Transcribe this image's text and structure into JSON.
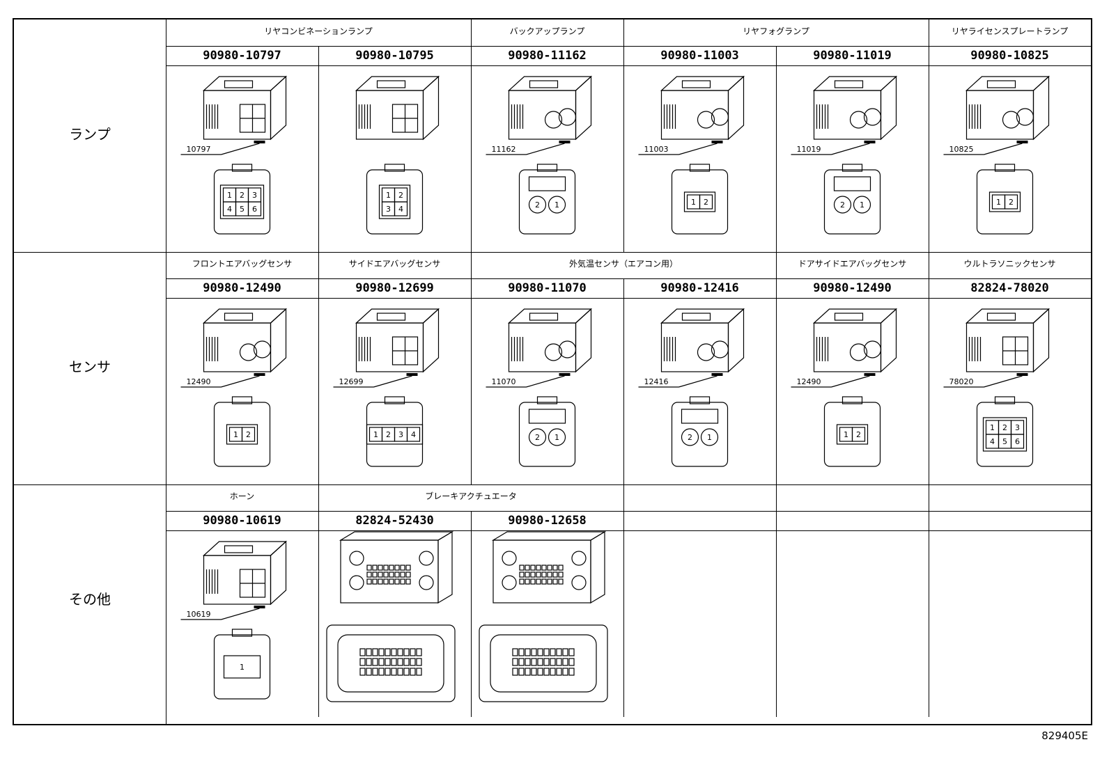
{
  "sections": [
    {
      "category": "ランプ",
      "headers": [
        {
          "text": "リヤコンビネーションランプ",
          "span": 2
        },
        {
          "text": "バックアップランプ",
          "span": 1
        },
        {
          "text": "リヤフォグランプ",
          "span": 2
        },
        {
          "text": "リヤライセンスプレートランプ",
          "span": 1
        }
      ],
      "parts": [
        "90980-10797",
        "90980-10795",
        "90980-11162",
        "90980-11003",
        "90980-11019",
        "90980-10825"
      ],
      "cells": [
        {
          "callout": "10797",
          "pins": [
            "1",
            "2",
            "3",
            "4",
            "5",
            "6"
          ],
          "layout": "3x2split"
        },
        {
          "callout": "",
          "pins": [
            "1",
            "2",
            "3",
            "4"
          ],
          "layout": "2x2"
        },
        {
          "callout": "11162",
          "pins": [
            "2",
            "1"
          ],
          "layout": "round"
        },
        {
          "callout": "11003",
          "pins": [
            "1",
            "2"
          ],
          "layout": "flat2"
        },
        {
          "callout": "11019",
          "pins": [
            "2",
            "1"
          ],
          "layout": "round"
        },
        {
          "callout": "10825",
          "pins": [
            "1",
            "2"
          ],
          "layout": "flat2"
        }
      ]
    },
    {
      "category": "センサ",
      "headers": [
        {
          "text": "フロントエアバッグセンサ",
          "span": 1
        },
        {
          "text": "サイドエアバッグセンサ",
          "span": 1
        },
        {
          "text": "外気温センサ（エアコン用）",
          "span": 2
        },
        {
          "text": "ドアサイドエアバッグセンサ",
          "span": 1
        },
        {
          "text": "ウルトラソニックセンサ",
          "span": 1
        }
      ],
      "parts": [
        "90980-12490",
        "90980-12699",
        "90980-11070",
        "90980-12416",
        "90980-12490",
        "82824-78020"
      ],
      "cells": [
        {
          "callout": "12490",
          "pins": [
            "1",
            "2"
          ],
          "layout": "flat2"
        },
        {
          "callout": "12699",
          "pins": [
            "1",
            "2",
            "3",
            "4"
          ],
          "layout": "row4"
        },
        {
          "callout": "11070",
          "pins": [
            "2",
            "1"
          ],
          "layout": "round"
        },
        {
          "callout": "12416",
          "pins": [
            "2",
            "1"
          ],
          "layout": "round"
        },
        {
          "callout": "12490",
          "pins": [
            "1",
            "2"
          ],
          "layout": "flat2"
        },
        {
          "callout": "78020",
          "pins": [
            "1",
            "2",
            "3",
            "4",
            "5",
            "6"
          ],
          "layout": "3x2"
        }
      ]
    },
    {
      "category": "その他",
      "headers": [
        {
          "text": "ホーン",
          "span": 1
        },
        {
          "text": "ブレーキアクチュエータ",
          "span": 2
        },
        {
          "text": "",
          "span": 1
        },
        {
          "text": "",
          "span": 1
        },
        {
          "text": "",
          "span": 1
        }
      ],
      "parts": [
        "90980-10619",
        "82824-52430",
        "90980-12658",
        "",
        "",
        ""
      ],
      "cells": [
        {
          "callout": "10619",
          "pins": [
            "1"
          ],
          "layout": "single"
        },
        {
          "callout": "",
          "pins": [],
          "layout": "block"
        },
        {
          "callout": "",
          "pins": [],
          "layout": "block"
        },
        {
          "callout": "",
          "pins": [],
          "layout": "empty"
        },
        {
          "callout": "",
          "pins": [],
          "layout": "empty"
        },
        {
          "callout": "",
          "pins": [],
          "layout": "empty"
        }
      ]
    }
  ],
  "figure_code": "829405E"
}
